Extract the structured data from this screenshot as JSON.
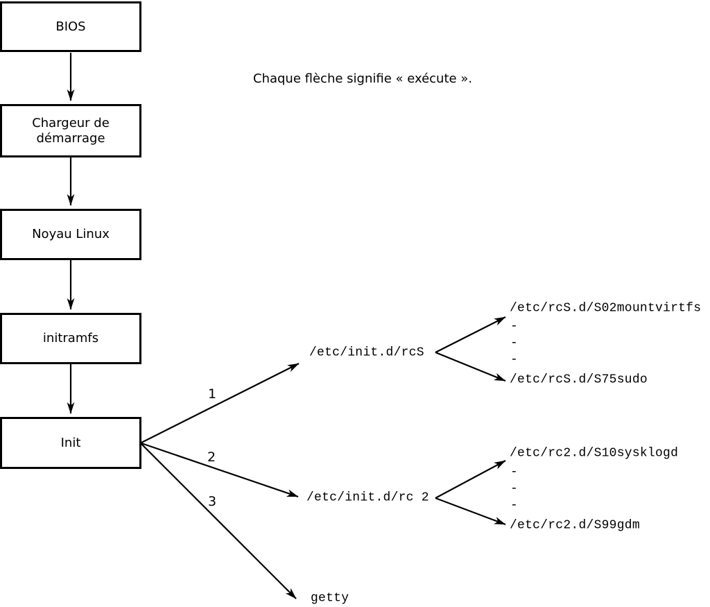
{
  "diagram": {
    "note": "Chaque flèche signifie « exécute ».",
    "chain": [
      {
        "id": "bios",
        "label": "BIOS"
      },
      {
        "id": "bootloader",
        "label": "Chargeur de\ndémarrage"
      },
      {
        "id": "kernel",
        "label": "Noyau Linux"
      },
      {
        "id": "initramfs",
        "label": "initramfs"
      },
      {
        "id": "init",
        "label": "Init"
      }
    ],
    "init_branches": [
      {
        "order": "1",
        "target": "/etc/init.d/rcS"
      },
      {
        "order": "2",
        "target": "/etc/init.d/rc 2"
      },
      {
        "order": "3",
        "target": "getty"
      }
    ],
    "rcs_scripts": {
      "first": "/etc/rcS.d/S02mountvirtfs",
      "ellipsis": [
        "-",
        "-",
        "-"
      ],
      "last": "/etc/rcS.d/S75sudo"
    },
    "rc2_scripts": {
      "first": "/etc/rc2.d/S10sysklogd",
      "ellipsis": [
        "-",
        "-",
        "-"
      ],
      "last": "/etc/rc2.d/S99gdm"
    }
  }
}
